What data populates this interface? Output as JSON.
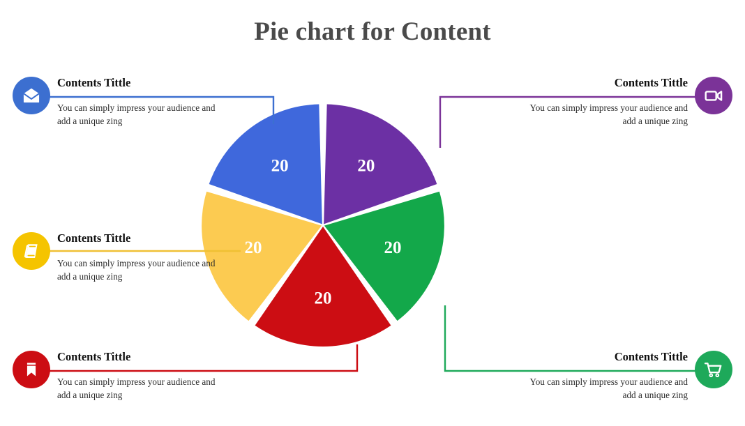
{
  "page": {
    "title": "Pie chart for Content",
    "background": "#ffffff",
    "title_color": "#4a4a4a"
  },
  "chart_data": {
    "type": "pie",
    "title": "Pie chart for Content",
    "labels": [
      "Contents Tittle",
      "Contents Tittle",
      "Contents Tittle",
      "Contents Tittle",
      "Contents Tittle"
    ],
    "values": [
      20,
      20,
      20,
      20,
      20
    ],
    "value_labels": [
      "20",
      "20",
      "20",
      "20",
      "20"
    ],
    "colors": [
      "#6C30A4",
      "#13A84A",
      "#CC0D13",
      "#FCCB51",
      "#3F68DC"
    ],
    "slice_names": [
      "purple-slice",
      "green-slice",
      "red-slice",
      "yellow-slice",
      "blue-slice"
    ],
    "start_angle_deg": 0,
    "gap_deg": 3,
    "legend": "callouts",
    "xlabel": "",
    "ylabel": ""
  },
  "callouts": [
    {
      "id": "top-left",
      "icon": "envelope-icon",
      "color": "#3C6FD0",
      "title": "Contents Tittle",
      "body": "You can simply impress your audience and add a unique zing"
    },
    {
      "id": "top-right",
      "icon": "video-camera-icon",
      "color": "#7B3398",
      "title": "Contents Tittle",
      "body": "You can simply impress your audience and add a unique zing"
    },
    {
      "id": "mid-left",
      "icon": "book-icon",
      "color": "#F5C400",
      "title": "Contents Tittle",
      "body": "You can simply impress your audience and add a unique zing"
    },
    {
      "id": "bottom-left",
      "icon": "bookmark-icon",
      "color": "#CC0D13",
      "title": "Contents Tittle",
      "body": "You can simply impress your audience and add a unique zing"
    },
    {
      "id": "bottom-right",
      "icon": "shopping-cart-icon",
      "color": "#1EA95A",
      "title": "Contents Tittle",
      "body": "You can simply impress your audience and add a unique zing"
    }
  ],
  "connector_colors": {
    "top_left": "#3C6FD0",
    "top_right": "#7B3398",
    "mid_left": "#F0C033",
    "bottom_left": "#CC0D13",
    "bottom_right": "#1EA95A"
  }
}
